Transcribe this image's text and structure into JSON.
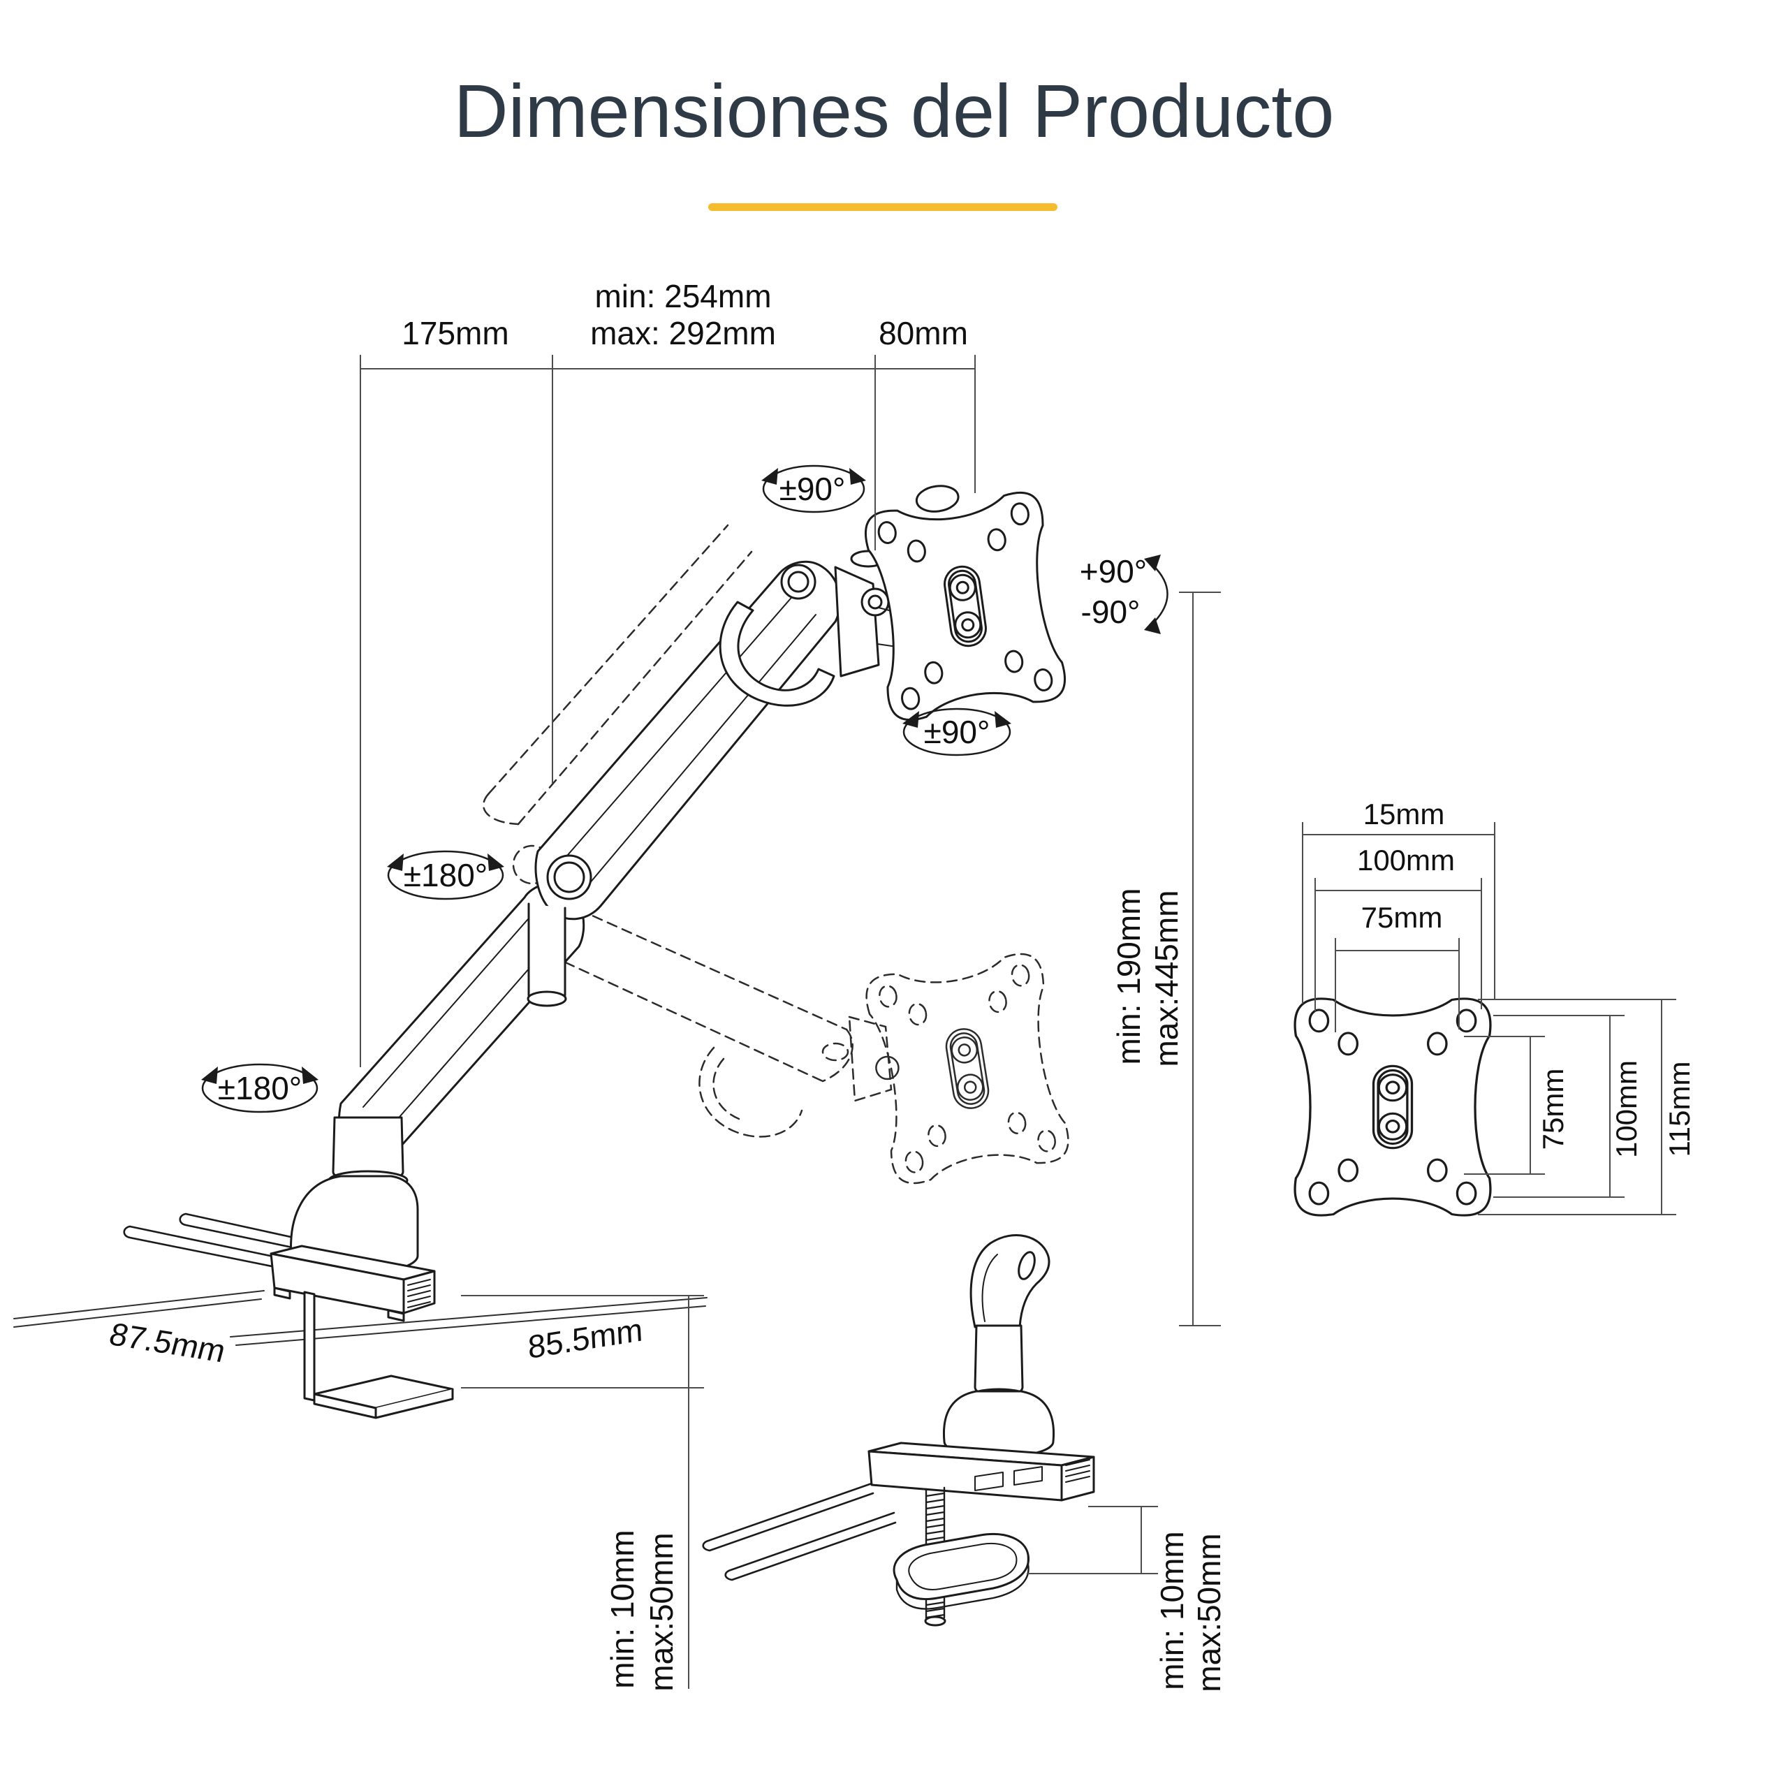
{
  "page": {
    "title": "Dimensiones del Producto"
  },
  "theme": {
    "title_color": "#2E3B47",
    "accent_color": "#F5BD2B",
    "line_color": "#1B1B1B",
    "dim_line_color": "#4D4D4D"
  },
  "arm_diagram": {
    "dim_arm_length": "175mm",
    "dim_extension_min": "min: 254mm",
    "dim_extension_max": "max: 292mm",
    "dim_vesa_offset": "80mm",
    "rot_vesa_tilt": "±90°",
    "rot_vesa_rotation": "±90°",
    "rot_pan_plus": "+90°",
    "rot_pan_minus": "-90°",
    "rot_arm_swivel": "±180°",
    "rot_base_swivel": "±180°",
    "dim_height_min": "min: 190mm",
    "dim_height_max": "max:445mm"
  },
  "desk_clamp": {
    "dim_depth_left": "87.5mm",
    "dim_depth_right": "85.5mm",
    "dim_desk_thickness_min": "min: 10mm",
    "dim_desk_thickness_max": "max:50mm"
  },
  "grommet_mount": {
    "dim_desk_thickness_min": "min: 10mm",
    "dim_desk_thickness_max": "max:50mm"
  },
  "vesa_detail": {
    "dim_width_offset": "15mm",
    "dim_width_100": "100mm",
    "dim_width_75": "75mm",
    "dim_height_75": "75mm",
    "dim_height_100": "100mm",
    "dim_height_115": "115mm"
  }
}
